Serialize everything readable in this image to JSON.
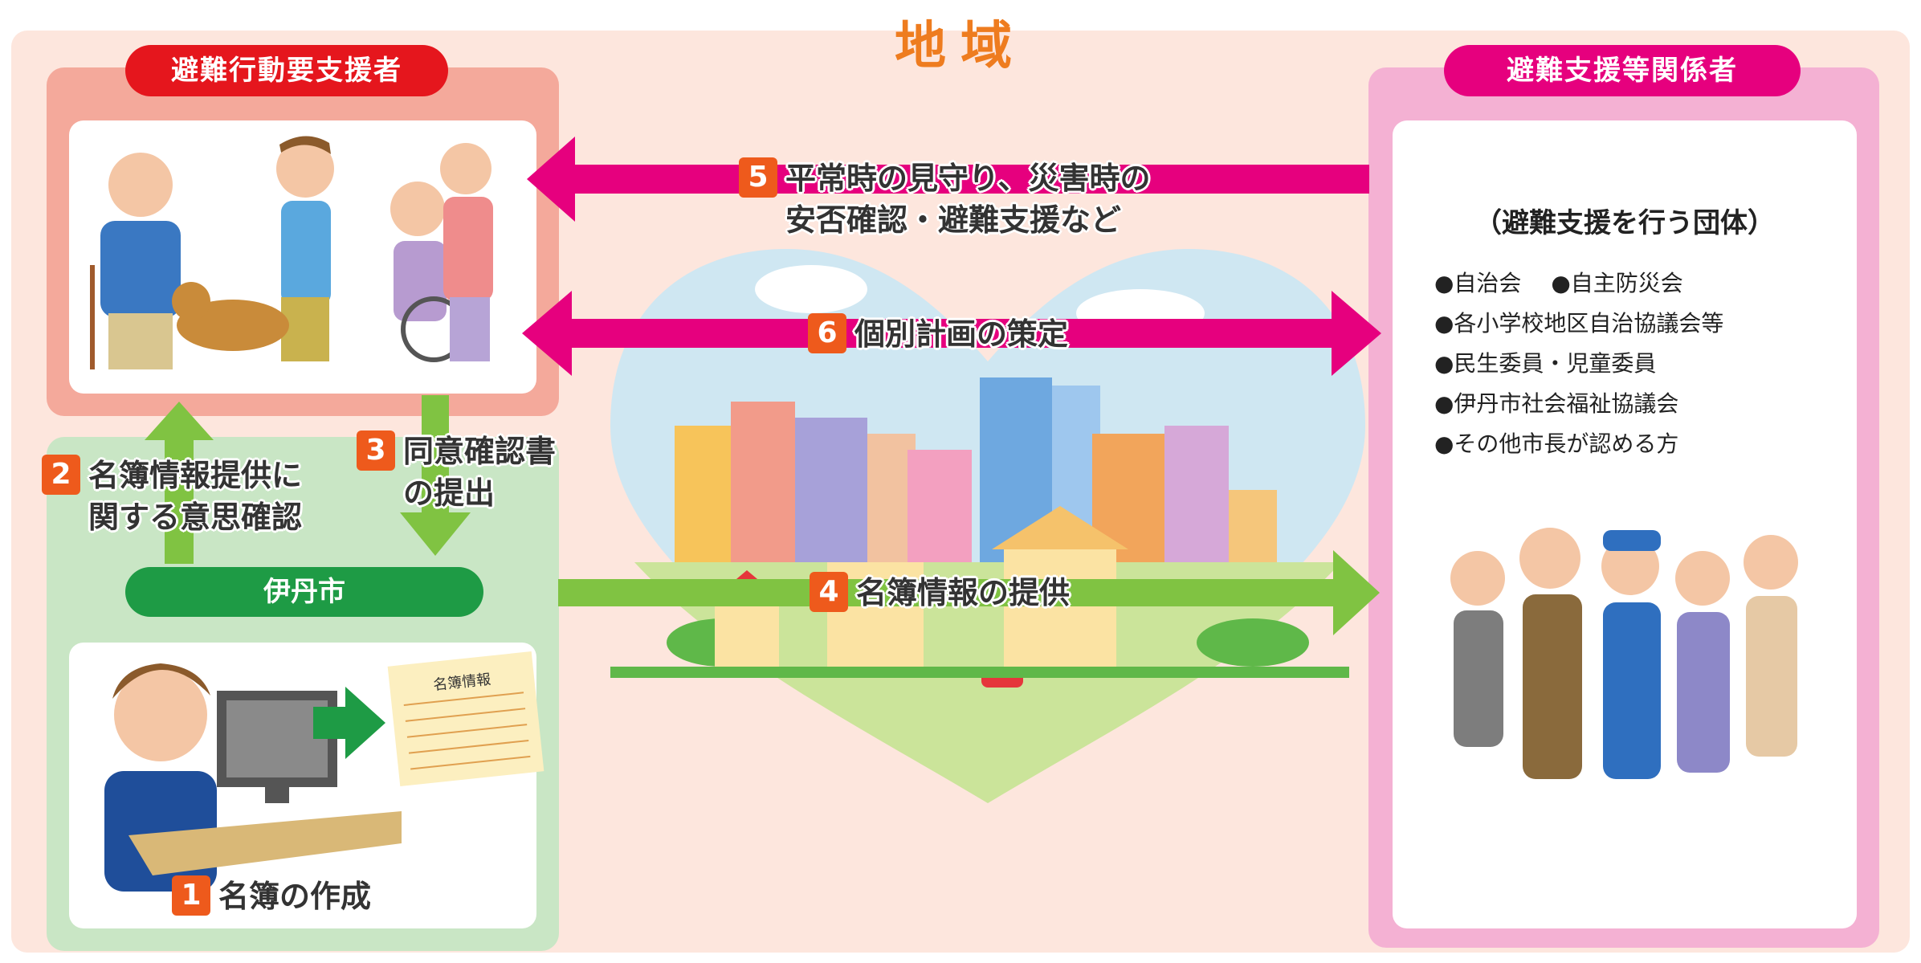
{
  "region": {
    "title": "地域"
  },
  "vulnerable": {
    "title": "避難行動要支援者"
  },
  "city": {
    "title": "伊丹市",
    "register_doc_label": "名簿情報"
  },
  "support": {
    "title": "避難支援等関係者",
    "heading": "（避難支援を行う団体）",
    "items": [
      "●自治会　 ●自主防災会",
      "●各小学校地区自治協議会等",
      "●民生委員・児童委員",
      "●伊丹市社会福祉協議会",
      "●その他市長が認める方"
    ]
  },
  "steps": {
    "s1": {
      "num": "1",
      "lines": [
        "名簿の作成"
      ]
    },
    "s2": {
      "num": "2",
      "lines": [
        "名簿情報提供に",
        "関する意思確認"
      ]
    },
    "s3": {
      "num": "3",
      "lines": [
        "同意確認書",
        "の提出"
      ]
    },
    "s4": {
      "num": "4",
      "lines": [
        "名簿情報の提供"
      ]
    },
    "s5": {
      "num": "5",
      "lines": [
        "平常時の見守り、災害時の",
        "安否確認・避難支援など"
      ]
    },
    "s6": {
      "num": "6",
      "lines": [
        "個別計画の策定"
      ]
    }
  },
  "colors": {
    "accent_orange": "#ee7c1f",
    "step_badge": "#ee5a1c",
    "arrow_magenta": "#e6007e",
    "arrow_green": "#80c342",
    "vulnerable_red": "#e5161d",
    "city_green": "#1e9b45",
    "support_pink": "#e6007e"
  },
  "icons": [
    "elderly-man-icon",
    "guide-dog-user-icon",
    "wheelchair-caregiver-icon",
    "office-worker-icon",
    "computer-monitor-icon",
    "register-document-icon",
    "city-heart-icon",
    "support-group-icon"
  ]
}
